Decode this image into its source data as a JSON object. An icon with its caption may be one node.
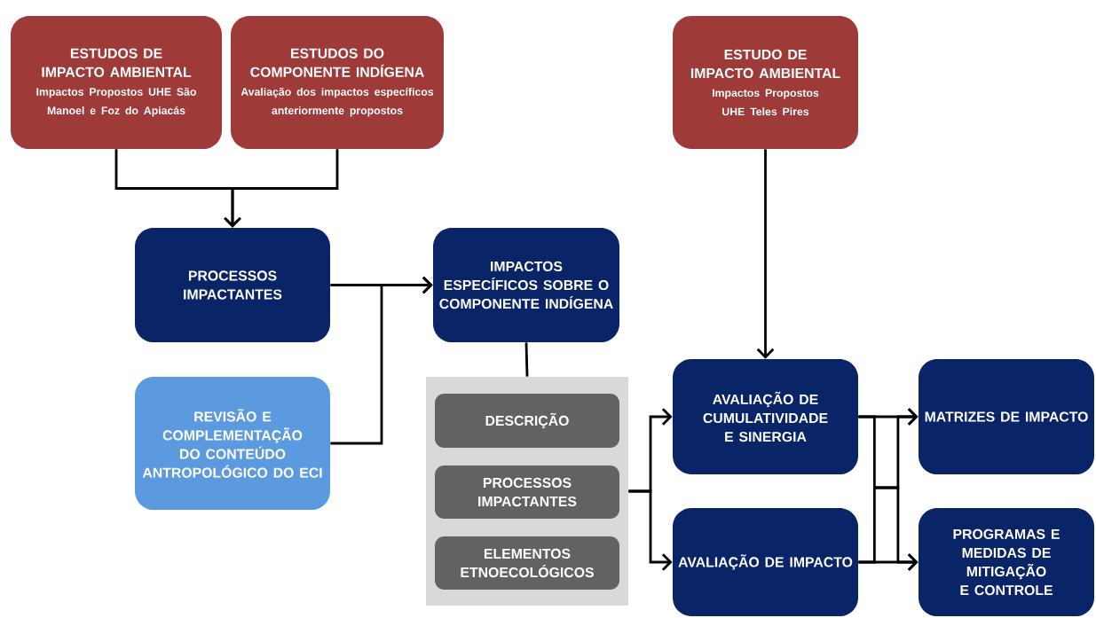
{
  "diagram": {
    "nodes": [
      {
        "text": [
          "ESTUDOS DE IMPACTO AMBIENTAL",
          "Impactos Propostos UHE São Manoel e Foz do Apiacás"
        ]
      },
      {
        "text": [
          "ESTUDOS DO COMPONENTE INDÍGENA",
          "Avaliação dos impactos específicos anteriormente propostos"
        ]
      },
      {
        "text": [
          "ESTUDO DE IMPACTO AMBIENTAL",
          "Impactos Propostos UHE Teles Pires"
        ]
      },
      {
        "text": [
          "PROCESSOS IMPACTANTES"
        ]
      },
      {
        "text": [
          "IMPACTOS ESPECÍFICOS SOBRE O COMPONENTE INDÍGENA"
        ]
      },
      {
        "text": [
          "REVISÃO E COMPLEMENTAÇÃO DO CONTEÚDO ANTROPOLÓGICO DO ECI"
        ]
      },
      {
        "text": [],
        "shape": "box"
      },
      {
        "text": [
          "DESCRIÇÃO"
        ],
        "in": 6
      },
      {
        "text": [
          "PROCESSOS IMPACTANTES"
        ],
        "in": 6
      },
      {
        "text": [
          "ELEMENTOS ETNOECOLÓGICOS"
        ],
        "in": 6
      },
      {
        "text": [
          "AVALIAÇÃO DE CUMULATIVIDADE E SINERGIA"
        ]
      },
      {
        "text": [
          "AVALIAÇÃO DE IMPACTO"
        ]
      },
      {
        "text": [
          "MATRIZES DE IMPACTO"
        ]
      },
      {
        "text": [
          "PROGRAMAS E MEDIDAS DE MITIGAÇÃO E CONTROLE"
        ]
      }
    ],
    "edges": [
      {
        "from": 0,
        "to": 3,
        "arrow": "to"
      },
      {
        "from": 1,
        "to": 3,
        "arrow": "to"
      },
      {
        "from": 3,
        "to": 4,
        "arrow": "to"
      },
      {
        "from": 5,
        "to": 4,
        "arrow": "to"
      },
      {
        "from": 4,
        "to": 6,
        "arrow": "none"
      },
      {
        "from": 2,
        "to": 10,
        "arrow": "to"
      },
      {
        "from": 6,
        "to": 10,
        "arrow": "to"
      },
      {
        "from": 6,
        "to": 11,
        "arrow": "to"
      },
      {
        "from": 10,
        "to": 12,
        "arrow": "to"
      },
      {
        "from": 10,
        "to": 13,
        "arrow": "to"
      },
      {
        "from": 11,
        "to": 12,
        "arrow": "to"
      },
      {
        "from": 11,
        "to": 13,
        "arrow": "to"
      }
    ]
  }
}
